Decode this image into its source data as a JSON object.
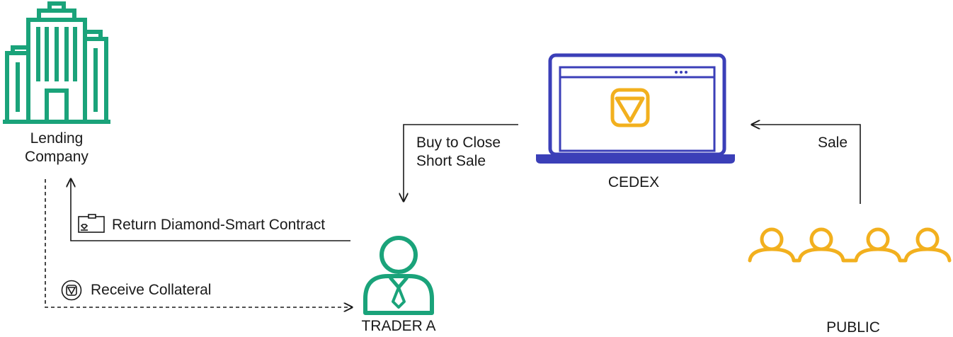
{
  "colors": {
    "green": "#1aa37a",
    "blue": "#3b3fb8",
    "gold": "#f2b01e",
    "line": "#1a1a1a"
  },
  "nodes": {
    "lending": {
      "line1": "Lending",
      "line2": "Company",
      "icon": "building-icon"
    },
    "cedex": {
      "label": "CEDEX",
      "icon": "laptop-icon"
    },
    "trader": {
      "label": "TRADER A",
      "icon": "person-icon"
    },
    "public": {
      "label": "PUBLIC",
      "icon": "people-group-icon"
    }
  },
  "edges": {
    "buy_close": {
      "line1": "Buy to Close",
      "line2": "Short Sale"
    },
    "sale": {
      "label": "Sale"
    },
    "return_contract": {
      "label": "Return Diamond-Smart Contract",
      "icon": "certificate-box-icon"
    },
    "receive_collateral": {
      "label": "Receive Collateral",
      "icon": "diamond-coin-icon"
    }
  }
}
